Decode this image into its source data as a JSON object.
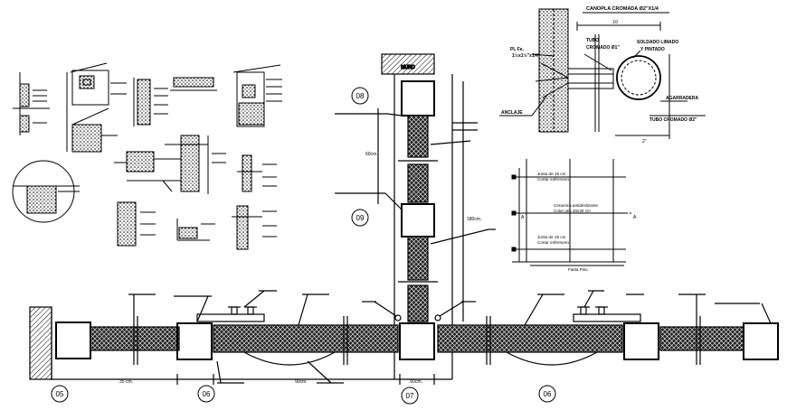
{
  "callouts": {
    "c05": "05",
    "c06a": "06",
    "c07": "07",
    "c06b": "06",
    "c08": "08",
    "c09": "09"
  },
  "wall_label": "MURO",
  "dims": {
    "bottom_left": "35 cm.",
    "bottom_mid": "90cm.",
    "bottom_right": ".60cm.",
    "vertical_left": "60cm.",
    "vertical_right": "180cm.",
    "detail_top": ".10",
    "detail_right": "2\""
  },
  "detail": {
    "title": "CANOPLA CROMADA Ø2\"X1/4",
    "tubo_cromado_1": "TUBO",
    "tubo_cromado_2": "CROMADO Ø1\"",
    "soldado_1": "SOLDADO LIMADO",
    "soldado_2": "Y PINTADO",
    "pl_1": "PL Fe.",
    "pl_2": "1½x1½\"x1/4\"",
    "anclaje": "ANCLAJE",
    "agarradera": "AGARRADERA",
    "tubo_cromado_bottom": "TUBO CROMADO Ø2\""
  },
  "grid_panel": {
    "junta_top_1": "Junta de 15 cm",
    "junta_top_2": "Cortar enfermero",
    "center_1": "Ceramica antideslizante",
    "center_2": "Color gris 30x30 cm",
    "junta_bot_1": "Junta de 15 cm",
    "junta_bot_2": "Cortar enfermero",
    "caption": "Falda Piso",
    "tag_a1": "A",
    "tag_a2": "A"
  }
}
